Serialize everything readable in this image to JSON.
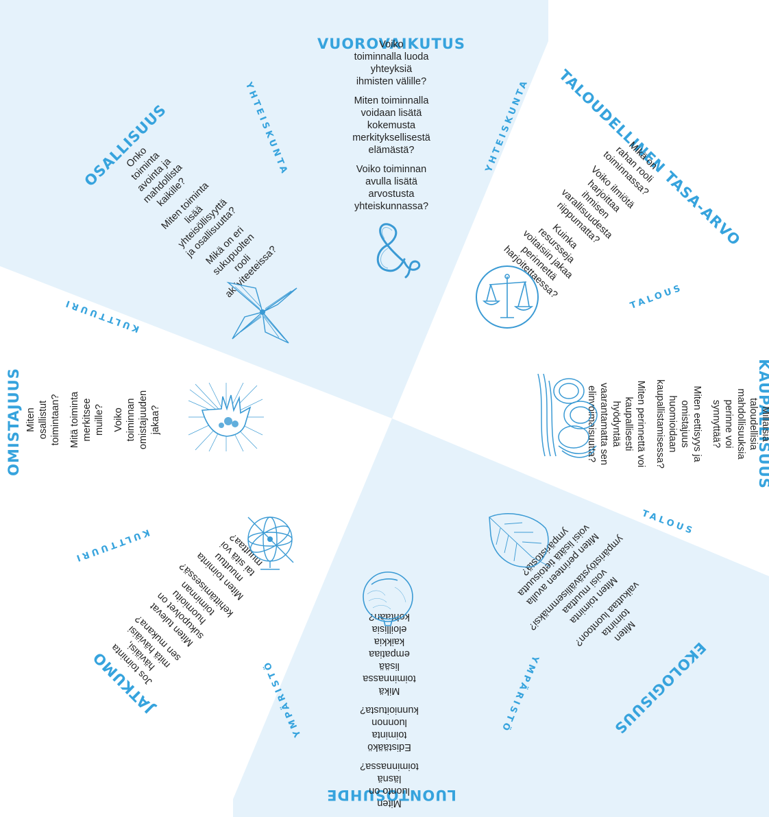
{
  "sections": {
    "vuorovaikutus": {
      "title": "VUOROVAIKUTUS",
      "questions": [
        "Voiko\ntoiminnalla luoda yhteyksiä\nihmisten välille?",
        "Miten toiminnalla\nvoidaan lisätä kokemusta\nmerkityksellisestä elämästä?",
        "Voiko toiminnan avulla lisätä\narvostusta yhteiskunnassa?"
      ]
    },
    "osallisuus": {
      "title": "OSALLISUUS",
      "category": "YHTEISKUNTA",
      "questions": [
        "Onko\ntoiminta avointa ja\nmahdollista kaikille?",
        "Miten toiminta\nlisää yhteisöllisyyttä\nja osallisuutta?",
        "Mikä on eri\nsukupuolten rooli\naktiviteeteissa?"
      ]
    },
    "taloudellinen": {
      "title": "TALOUDELLINEN TASA-ARVO",
      "category": "YHTEISKUNTA",
      "questions": [
        "Mikä on\nrahan rooli toiminnassa?",
        "Voiko ilmiötä\nharjoittaa ihmisen\nvarallisuudesta riippumatta?",
        "Kuinka resursseja\nvoitaisiin jakaa perinnettä\nharjoitettaessa?"
      ]
    },
    "kaupallisuus": {
      "title": "KAUPALLISUUS",
      "category_top": "TALOUS",
      "category_bottom": "TALOUS",
      "questions": [
        "Millaisia\ntaloudellisia mahdollisuuksia\nperinne voi synnyttää?",
        "Miten eettisyys ja omistajuus\nhuomioidaan kaupallistamisessa?",
        "Miten perinnettä voi kaupallisesti\nhyödyntää vaarantamatta sen\nelinvoimaisuutta?"
      ]
    },
    "omistajuus": {
      "title": "OMISTAJUUS",
      "category": "KULTTUURI",
      "questions": [
        "Miten\nosallistut toimintaan?",
        "Mitä toiminta\nmerkitsee muille?",
        "Voiko toiminnan\nomistajuuden jakaa?"
      ]
    },
    "jatkumo": {
      "title": "JATKUMO",
      "category": "KULTTUURI",
      "questions": [
        "Jos toiminta\nhäviäisi,\nmitä häviäisi sen mukana?",
        "Miten tulevat\nsukupolvet on huomioitu\ntoiminnan kehittämisessä?",
        "Miten toiminta muuttuu\ntai sitä voi muuttaa?"
      ]
    },
    "luontosuhde": {
      "title": "LUONTOSUHDE",
      "category_left": "YMPÄRISTÖ",
      "category_right": "YMPÄRISTÖ",
      "questions": [
        "Miten\nluonto on\nläsnä toiminnassa?",
        "Edistääkö toiminta\nluonnon kunnioitusta?",
        "Mikä toiminnassa lisää\nempatiaa kaikkia\neloillisia kohtaan?"
      ]
    },
    "ekologisuus": {
      "title": "EKOLOGISUUS",
      "questions": [
        "Miten\ntoiminta\nvaikuttaa luontoon?",
        "Miten toiminta\nvoisi muuttaa\nympäristöystävällisemmäksi?",
        "Miten perinteen avulla\nvoisi lisätä tietoisuutta\nympäristöstä?"
      ]
    }
  },
  "icons": [
    "ampersand-icon",
    "scales-icon",
    "seaweed-icon",
    "pinwheel-icon",
    "hand-icon",
    "armillary-icon",
    "apple-icon",
    "leaf-icon"
  ],
  "colors": {
    "accent": "#36a3dd",
    "sector_fill": "#e5f2fb",
    "ink": "#3a9ad4"
  }
}
